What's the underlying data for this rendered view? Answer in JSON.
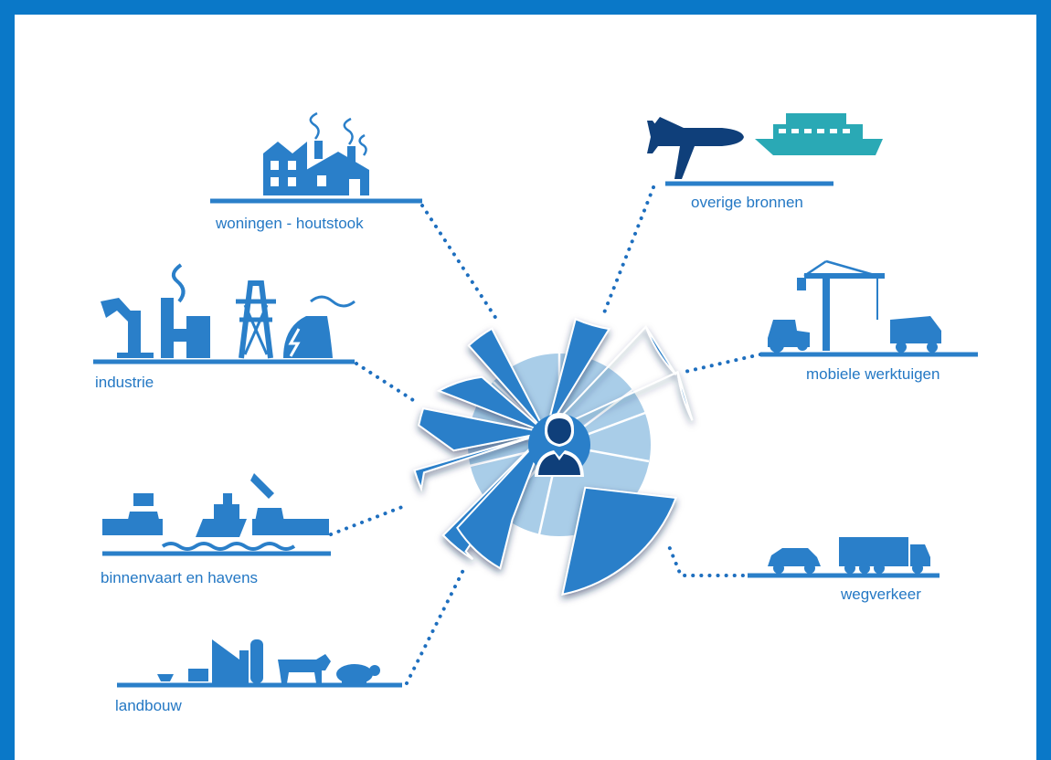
{
  "sectors": {
    "residential": "woningen - houtstook",
    "industry": "industrie",
    "shipping": "binnenvaart en havens",
    "agriculture": "landbouw",
    "other": "overige bronnen",
    "mobile_machinery": "mobiele werktuigen",
    "road_traffic": "wegverkeer"
  },
  "colors": {
    "frame": "#0a78c8",
    "primary": "#2a7fc9",
    "dark": "#0f3f7a",
    "light": "#a9cde8",
    "teal": "#2aa9b5"
  }
}
